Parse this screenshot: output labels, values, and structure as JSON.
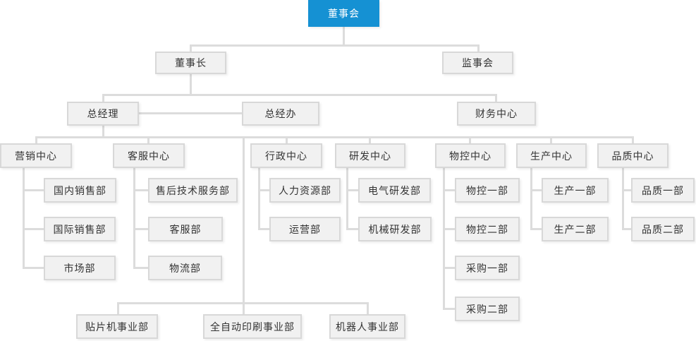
{
  "org": {
    "board": "董事会",
    "executive": {
      "chairman": "董事长",
      "supervisory": "监事会"
    },
    "management": {
      "gm": "总经理",
      "gm_office": "总经办",
      "finance": "财务中心"
    },
    "centers": {
      "marketing": {
        "label": "营销中心",
        "children": [
          "国内销售部",
          "国际销售部",
          "市场部"
        ]
      },
      "service": {
        "label": "客服中心",
        "children": [
          "售后技术服务部",
          "客服部",
          "物流部"
        ]
      },
      "admin": {
        "label": "行政中心",
        "children": [
          "人力资源部",
          "运营部"
        ]
      },
      "rd": {
        "label": "研发中心",
        "children": [
          "电气研发部",
          "机械研发部"
        ]
      },
      "material": {
        "label": "物控中心",
        "children": [
          "物控一部",
          "物控二部",
          "采购一部",
          "采购二部"
        ]
      },
      "production": {
        "label": "生产中心",
        "children": [
          "生产一部",
          "生产二部"
        ]
      },
      "quality": {
        "label": "品质中心",
        "children": [
          "品质一部",
          "品质二部"
        ]
      }
    },
    "divisions": [
      "贴片机事业部",
      "全自动印刷事业部",
      "机器人事业部"
    ]
  },
  "colors": {
    "root_bg": "#1591d3",
    "root_text": "#ffffff",
    "node_bg": "#f1f1f1",
    "node_border": "#d8d8d8",
    "connector": "#dcdcdc",
    "text": "#333333"
  }
}
